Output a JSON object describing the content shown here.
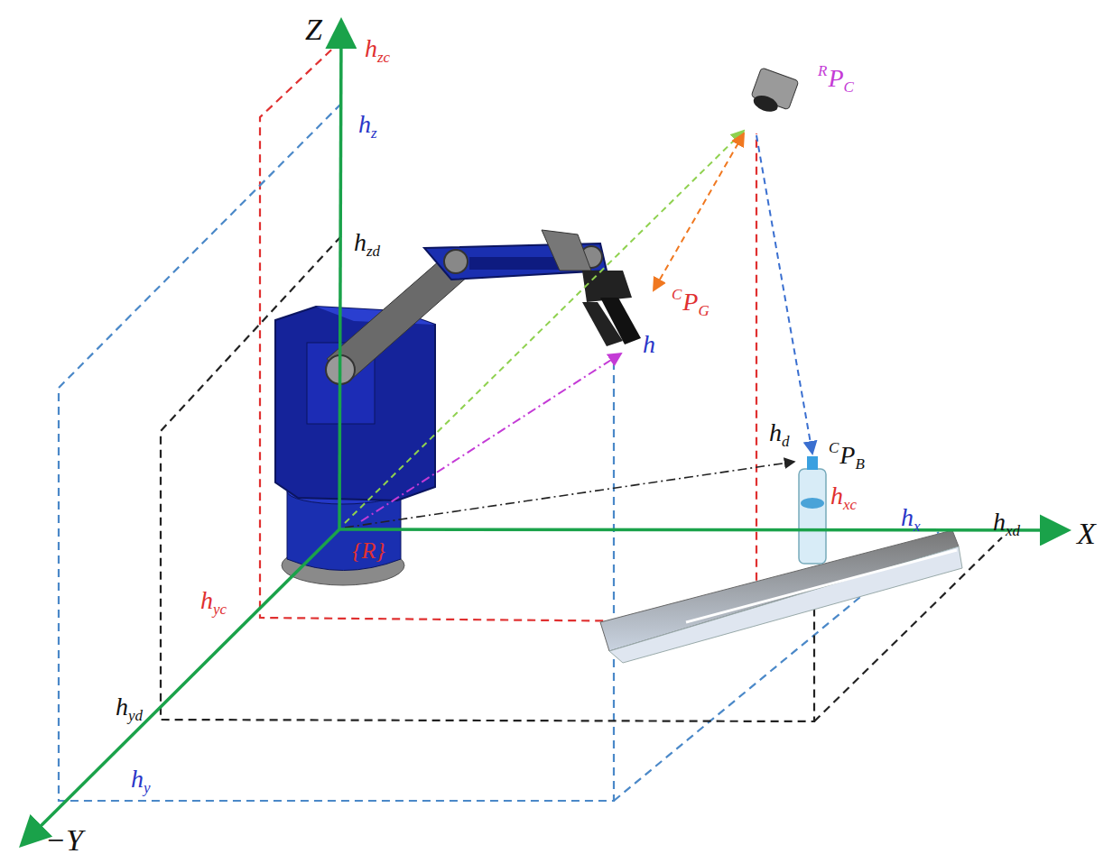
{
  "diagram": {
    "labels": [
      "Z",
      "hzc",
      "hz",
      "RPC",
      "hzd",
      "CPG",
      "h",
      "hd",
      "CPB",
      "hxc",
      "hx",
      "hxd",
      "X",
      "{R}",
      "hyc",
      "hyd",
      "hy",
      "−Y"
    ]
  }
}
